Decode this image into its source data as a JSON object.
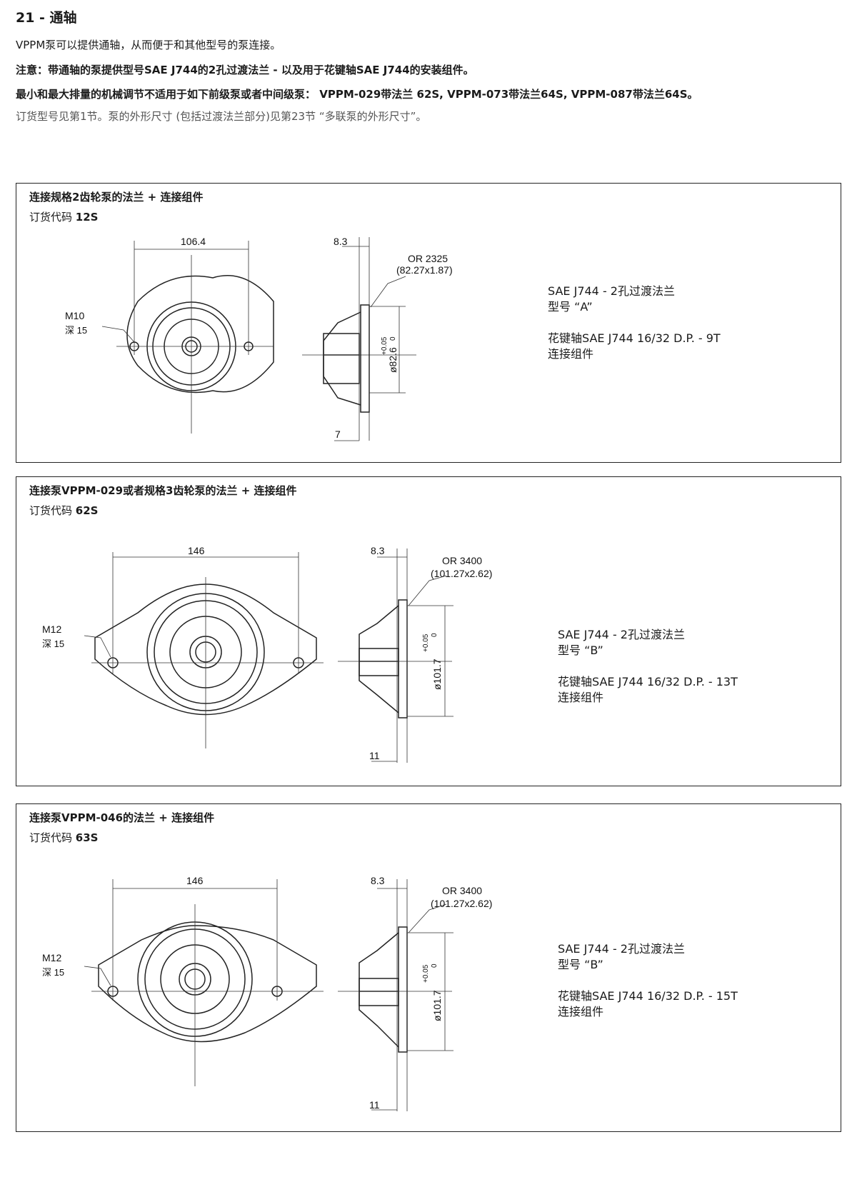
{
  "header": {
    "title": "21 - 通轴",
    "lines": [
      "VPPM泵可以提供通轴，从而便于和其他型号的泵连接。",
      "注意：带通轴的泵提供型号SAE J744的2孔过渡法兰 - 以及用于花键轴SAE J744的安装组件。",
      "最小和最大排量的机械调节不适用于如下前级泵或者中间级泵： VPPM-029带法兰 62S, VPPM-073带法兰64S, VPPM-087带法兰64S。",
      "订货型号见第1节。泵的外形尺寸 (包括过渡法兰部分)见第23节 “多联泵的外形尺寸”。"
    ]
  },
  "panels": [
    {
      "title": "连接规格2齿轮泵的法兰 + 连接组件",
      "code_label": "订货代码",
      "code": "12S",
      "dim_width": "106.4",
      "thread": "M10",
      "depth": "深 15",
      "dim_top": "8.3",
      "or_code": "OR 2325",
      "or_size": "(82.27x1.87)",
      "tol_upper": "+0.05",
      "tol_lower": "0",
      "diameter": "ø82.6",
      "dim_bottom": "7",
      "flange": "SAE J744 - 2孔过渡法兰",
      "type": "型号 “A”",
      "shaft": "花键轴SAE J744 16/32 D.P. - 9T",
      "kit": "连接组件"
    },
    {
      "title": "连接泵VPPM-029或者规格3齿轮泵的法兰 + 连接组件",
      "code_label": "订货代码",
      "code": "62S",
      "dim_width": "146",
      "thread": "M12",
      "depth": "深 15",
      "dim_top": "8.3",
      "or_code": "OR 3400",
      "or_size": "(101.27x2.62)",
      "tol_upper": "+0.05",
      "tol_lower": "0",
      "diameter": "ø101.7",
      "dim_bottom": "11",
      "flange": "SAE J744 - 2孔过渡法兰",
      "type": "型号 “B”",
      "shaft": "花键轴SAE J744 16/32 D.P. - 13T",
      "kit": "连接组件"
    },
    {
      "title": "连接泵VPPM-046的法兰 + 连接组件",
      "code_label": "订货代码",
      "code": "63S",
      "dim_width": "146",
      "thread": "M12",
      "depth": "深 15",
      "dim_top": "8.3",
      "or_code": "OR 3400",
      "or_size": "(101.27x2.62)",
      "tol_upper": "+0.05",
      "tol_lower": "0",
      "diameter": "ø101.7",
      "dim_bottom": "11",
      "flange": "SAE J744 - 2孔过渡法兰",
      "type": "型号 “B”",
      "shaft": "花键轴SAE J744  16/32 D.P. - 15T",
      "kit": "连接组件"
    }
  ]
}
